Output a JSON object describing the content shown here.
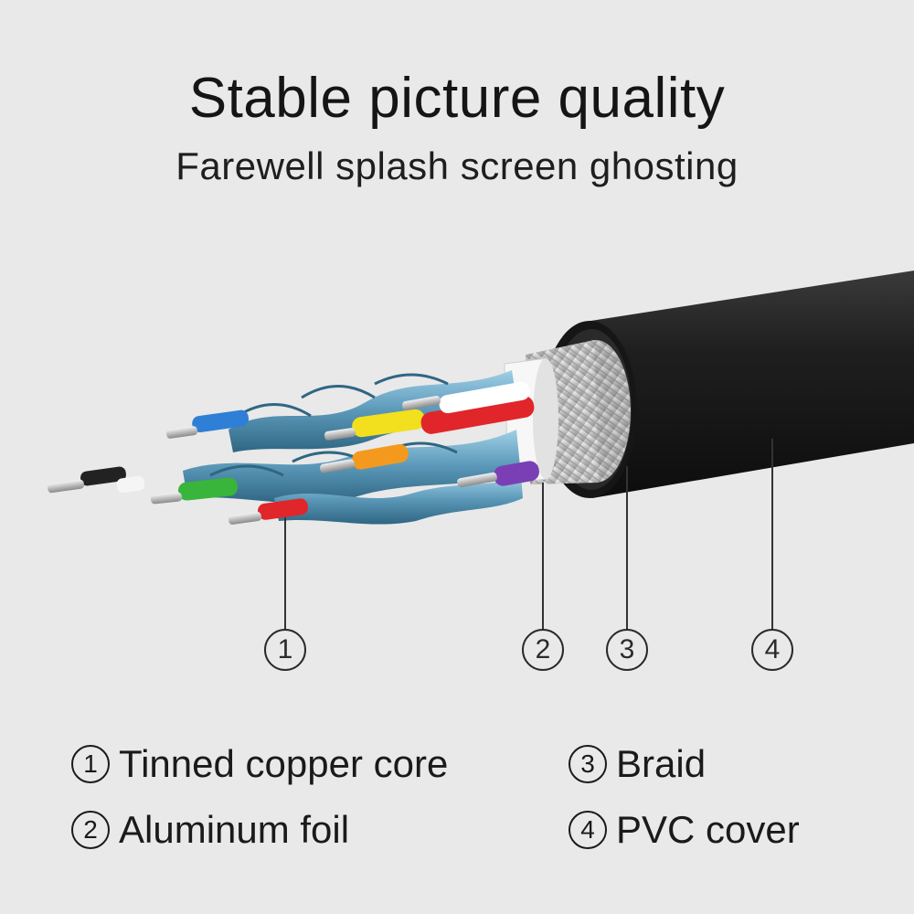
{
  "header": {
    "title": "Stable picture quality",
    "subtitle": "Farewell splash screen ghosting"
  },
  "callouts": [
    {
      "num": "1"
    },
    {
      "num": "2"
    },
    {
      "num": "3"
    },
    {
      "num": "4"
    }
  ],
  "legend": [
    {
      "num": "1",
      "label": "Tinned copper core"
    },
    {
      "num": "2",
      "label": "Aluminum foil"
    },
    {
      "num": "3",
      "label": "Braid"
    },
    {
      "num": "4",
      "label": "PVC cover"
    }
  ],
  "colors": {
    "background": "#e9e9e9",
    "jacket": "#1c1c1c",
    "shield": "#5a97b8",
    "wire_blue": "#2f7fd6",
    "wire_yellow": "#f2df1e",
    "wire_red": "#e0262a",
    "wire_orange": "#f39a1e",
    "wire_green": "#38b53a",
    "wire_purple": "#7b3fb5",
    "wire_black": "#222222"
  }
}
